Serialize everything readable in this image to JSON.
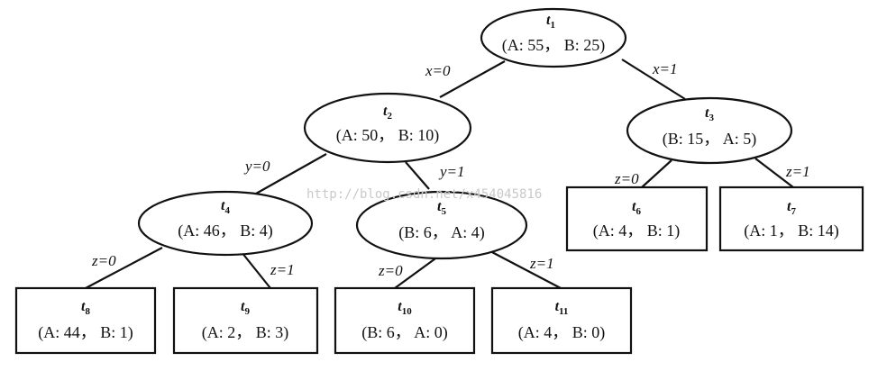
{
  "nodes": {
    "t1": {
      "name": "t",
      "sub": "1",
      "counts": "(A: 55， B: 25)"
    },
    "t2": {
      "name": "t",
      "sub": "2",
      "counts": "(A: 50， B: 10)"
    },
    "t3": {
      "name": "t",
      "sub": "3",
      "counts": "(B: 15， A: 5)"
    },
    "t4": {
      "name": "t",
      "sub": "4",
      "counts": "(A: 46， B: 4)"
    },
    "t5": {
      "name": "t",
      "sub": "5",
      "counts": "(B: 6， A: 4)"
    },
    "t6": {
      "name": "t",
      "sub": "6",
      "counts": "(A: 4， B: 1)"
    },
    "t7": {
      "name": "t",
      "sub": "7",
      "counts": "(A: 1， B: 14)"
    },
    "t8": {
      "name": "t",
      "sub": "8",
      "counts": "(A: 44， B: 1)"
    },
    "t9": {
      "name": "t",
      "sub": "9",
      "counts": "(A: 2， B: 3)"
    },
    "t10": {
      "name": "t",
      "sub": "10",
      "counts": "(B: 6， A: 0)"
    },
    "t11": {
      "name": "t",
      "sub": "11",
      "counts": "(A: 4， B: 0)"
    }
  },
  "edges": {
    "t1_t2": "x=0",
    "t1_t3": "x=1",
    "t2_t4": "y=0",
    "t2_t5": "y=1",
    "t3_t6": "z=0",
    "t3_t7": "z=1",
    "t4_t8": "z=0",
    "t4_t9": "z=1",
    "t5_t10": "z=0",
    "t5_t11": "z=1"
  },
  "watermark": "http://blog.csdn.net/x454045816"
}
